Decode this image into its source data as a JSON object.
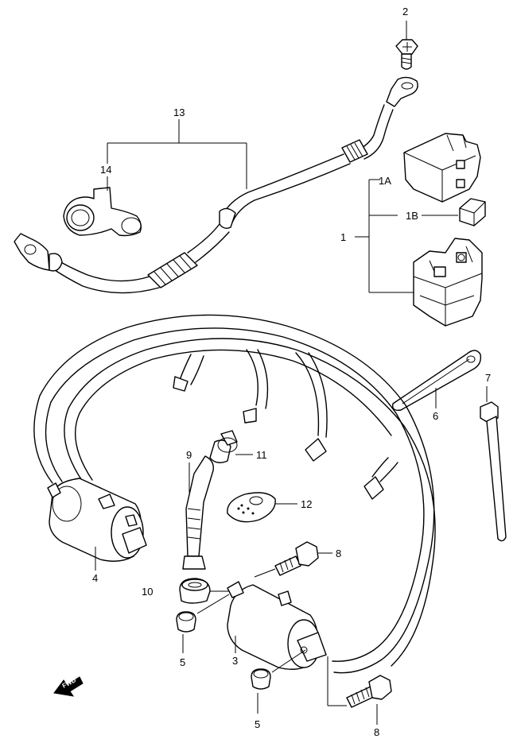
{
  "callouts": {
    "c1": "1",
    "c1A": "1A",
    "c1B": "1B",
    "c2": "2",
    "c3": "3",
    "c4": "4",
    "c5a": "5",
    "c5b": "5",
    "c6": "6",
    "c7": "7",
    "c8a": "8",
    "c8b": "8",
    "c9": "9",
    "c10": "10",
    "c11": "11",
    "c12": "12",
    "c13": "13",
    "c14": "14"
  },
  "fwd_label": "FWD"
}
